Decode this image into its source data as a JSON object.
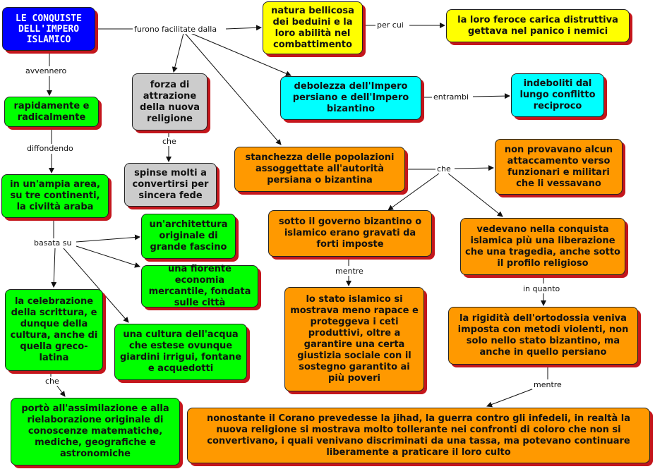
{
  "nodes": {
    "title": "LE CONQUISTE DELL'IMPERO ISLAMICO",
    "bellicosa": "natura bellicosa dei beduini e la loro abilità nel combattimento",
    "carica": "la loro feroce carica distruttiva gettava nel panico i nemici",
    "debolezza": "debolezza dell'Impero persiano e dell'Impero bizantino",
    "indeboliti": "indeboliti dal lungo conflitto reciproco",
    "attrazione": "forza di attrazione della nuova religione",
    "spinse": "spinse molti a convertirsi per sincera fede",
    "stanchezza": "stanchezza delle popolazioni assoggettate all'autorità persiana o bizantina",
    "attaccamento": "non provavano alcun attaccamento verso funzionari e militari che li vessavano",
    "rapidamente": "rapidamente e radicalmente",
    "ampia": "in un'ampia area, su tre continenti, la civiltà araba",
    "architettura": "un'architettura originale di grande fascino",
    "economia": "una fiorente economia mercantile, fondata sulle città",
    "acqua": "una cultura dell'acqua che estese ovunque giardini irrigui, fontane e acquedotti",
    "scrittura": "la celebrazione della scrittura, e dunque della cultura, anche di quella greco-latina",
    "assimilazione": "portò all'assimilazione e alla rielaborazione originale di conoscenze matematiche, mediche, geografiche e astronomiche",
    "imposte": "sotto il governo bizantino o islamico erano gravati da forti imposte",
    "rapace": "lo stato islamico si mostrava meno rapace e proteggeva i ceti produttivi, oltre a garantire una certa giustizia sociale con il sostegno garantito ai più poveri",
    "liberazione": "vedevano nella conquista islamica più una liberazione che una tragedia, anche sotto il profilo religioso",
    "rigidita": "la rigidità dell'ortodossia veniva imposta con metodi violenti, non solo nello stato bizantino, ma anche in quello persiano",
    "corano": "nonostante il Corano prevedesse la jihad, la guerra contro gli infedeli, in realtà la nuova religione si mostrava molto tollerante nei confronti di coloro che non si convertivano, i quali venivano discriminati da una tassa, ma potevano continuare liberamente a praticare il loro culto"
  },
  "links": {
    "furono": "furono facilitate dalla",
    "percui": "per cui",
    "entrambi": "entrambi",
    "che_attrazione": "che",
    "che_stanchezza": "che",
    "avvennero": "avvennero",
    "diffondendo": "diffondendo",
    "basata": "basata su",
    "che_scrittura": "che",
    "mentre_imposte": "mentre",
    "inquanto": "in quanto",
    "mentre_rigidita": "mentre"
  },
  "colors": {
    "title": "#0000ff",
    "yellow": "#ffff00",
    "cyan": "#00ffff",
    "gray": "#cccccc",
    "green": "#00ff00",
    "orange": "#ff9900",
    "shadow": "#c4161c"
  }
}
